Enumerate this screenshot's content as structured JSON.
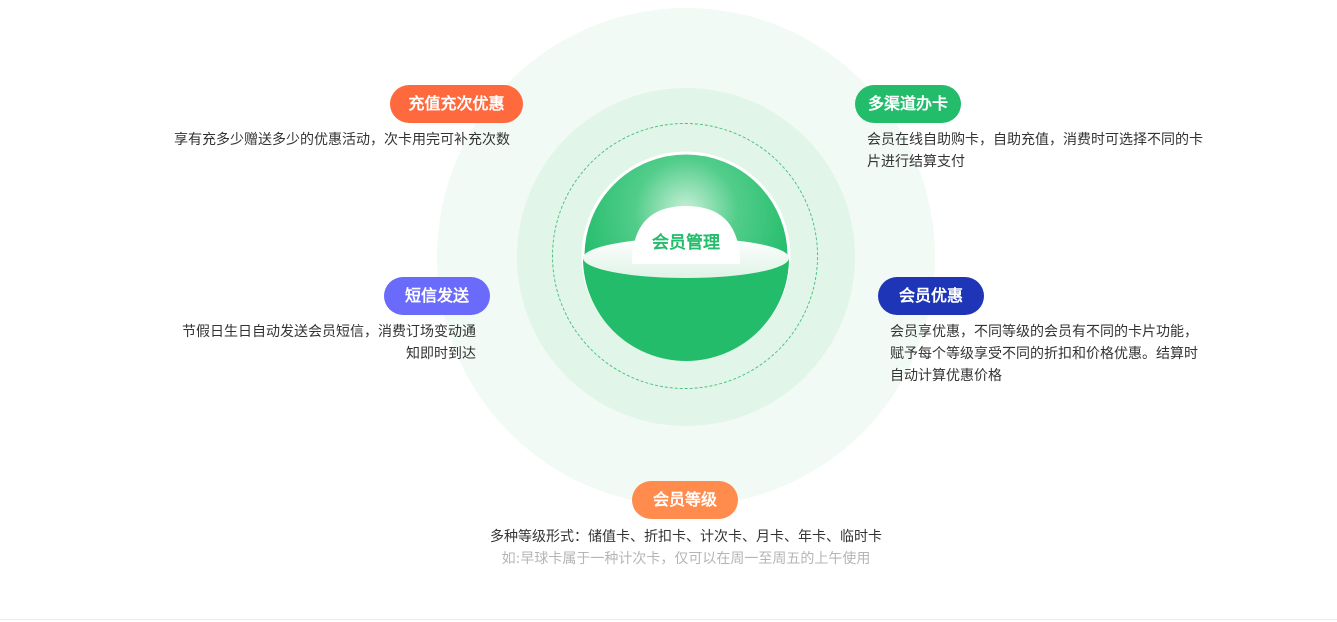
{
  "center": {
    "title": "会员管理"
  },
  "features": [
    {
      "key": "recharge",
      "title": "充值充次优惠",
      "color": "#fe6a3e",
      "lines": [
        "享有充多少赠送多少的优惠活动，次卡用完可补充次数"
      ]
    },
    {
      "key": "channels",
      "title": "多渠道办卡",
      "color": "#22bc6b",
      "lines": [
        "会员在线自助购卡，自助充值，消费时可选择不同的卡",
        "片进行结算支付"
      ]
    },
    {
      "key": "sms",
      "title": "短信发送",
      "color": "#6a6bfa",
      "lines": [
        "节假日生日自动发送会员短信，消费订场变动通",
        "知即时到达"
      ]
    },
    {
      "key": "discount",
      "title": "会员优惠",
      "color": "#1f35b8",
      "lines": [
        "会员享优惠，不同等级的会员有不同的卡片功能，",
        "赋予每个等级享受不同的折扣和价格优惠。结算时",
        "自动计算优惠价格"
      ]
    },
    {
      "key": "levels",
      "title": "会员等级",
      "color": "#ff8b4d",
      "lines": [
        "多种等级形式：储值卡、折扣卡、计次卡、月卡、年卡、临时卡"
      ],
      "note": "如:早球卡属于一种计次卡，仅可以在周一至周五的上午使用"
    }
  ],
  "colors": {
    "ring_outer": "#f1faf4",
    "ring_mid": "#e1f5e8",
    "ring_dash": "#4cc17d",
    "ball": "#22bc6b",
    "title_text": "#22bc6b"
  }
}
